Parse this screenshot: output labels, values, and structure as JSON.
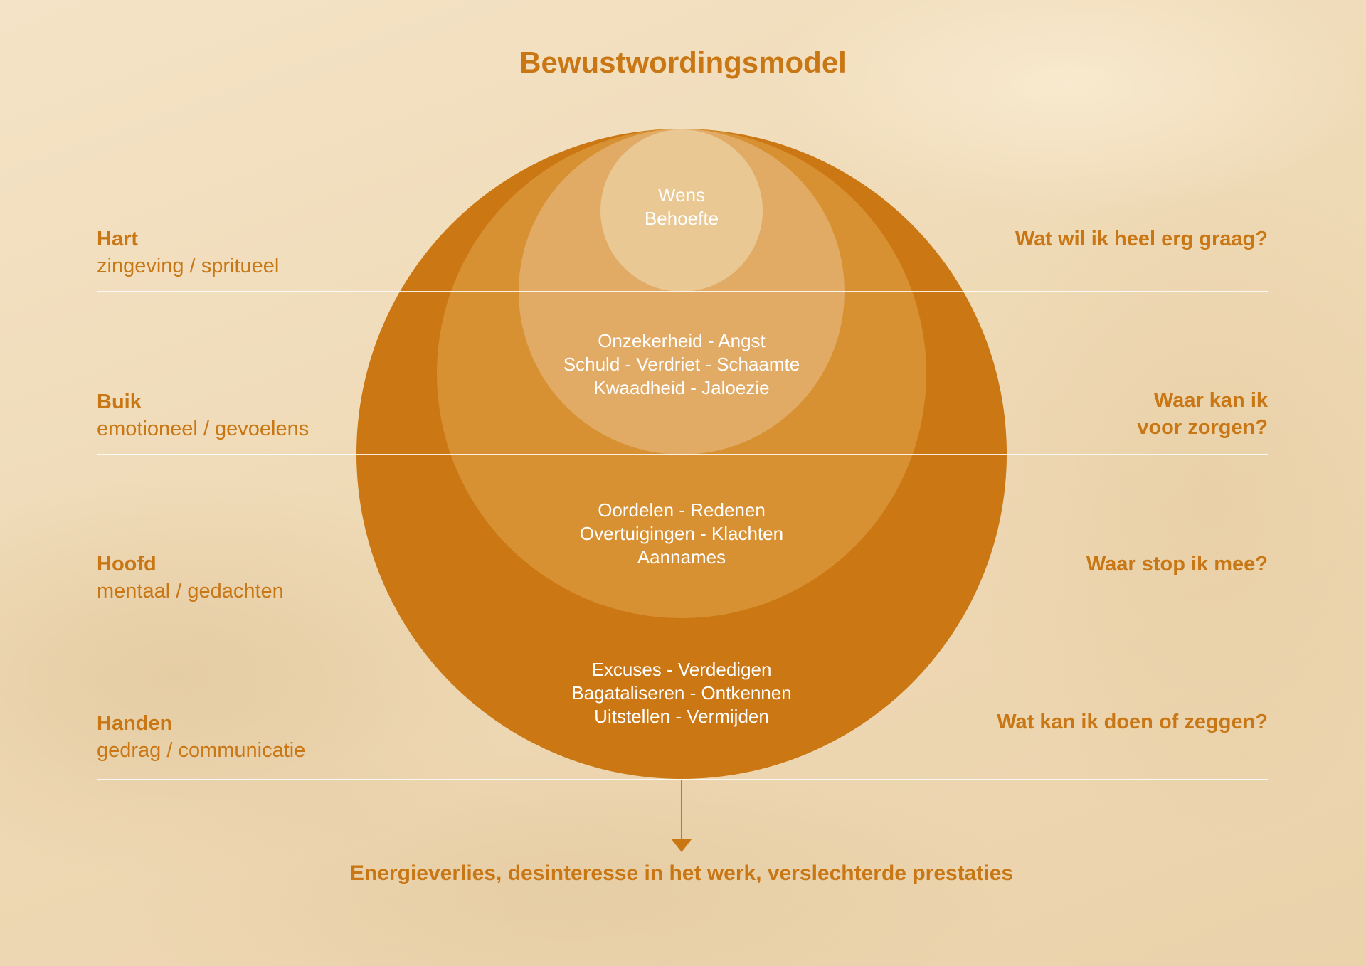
{
  "title": "Bewustwordingsmodel",
  "colors": {
    "accent": "#c87714",
    "ring_outer": "#cb7713",
    "ring_2": "#d89132",
    "ring_3": "#e1ab66",
    "ring_inner": "#e9c893"
  },
  "rings": [
    {
      "name": "inner",
      "lines": [
        "Wens",
        "Behoefte"
      ]
    },
    {
      "name": "third",
      "lines": [
        "Onzekerheid - Angst",
        "Schuld - Verdriet - Schaamte",
        "Kwaadheid - Jaloezie"
      ]
    },
    {
      "name": "second",
      "lines": [
        "Oordelen - Redenen",
        "Overtuigingen - Klachten",
        "Aannames"
      ]
    },
    {
      "name": "outer",
      "lines": [
        "Excuses - Verdedigen",
        "Bagataliseren - Ontkennen",
        "Uitstellen - Vermijden"
      ]
    }
  ],
  "levels": [
    {
      "title": "Hart",
      "subtitle": "zingeving / spritueel",
      "question": [
        "Wat wil ik heel erg graag?"
      ]
    },
    {
      "title": "Buik",
      "subtitle": "emotioneel / gevoelens",
      "question": [
        "Waar kan ik",
        "voor zorgen?"
      ]
    },
    {
      "title": "Hoofd",
      "subtitle": "mentaal / gedachten",
      "question": [
        "Waar stop ik mee?"
      ]
    },
    {
      "title": "Handen",
      "subtitle": "gedrag / communicatie",
      "question": [
        "Wat kan ik doen of zeggen?"
      ]
    }
  ],
  "conclusion": "Energieverlies, desinteresse in het werk, verslechterde prestaties"
}
